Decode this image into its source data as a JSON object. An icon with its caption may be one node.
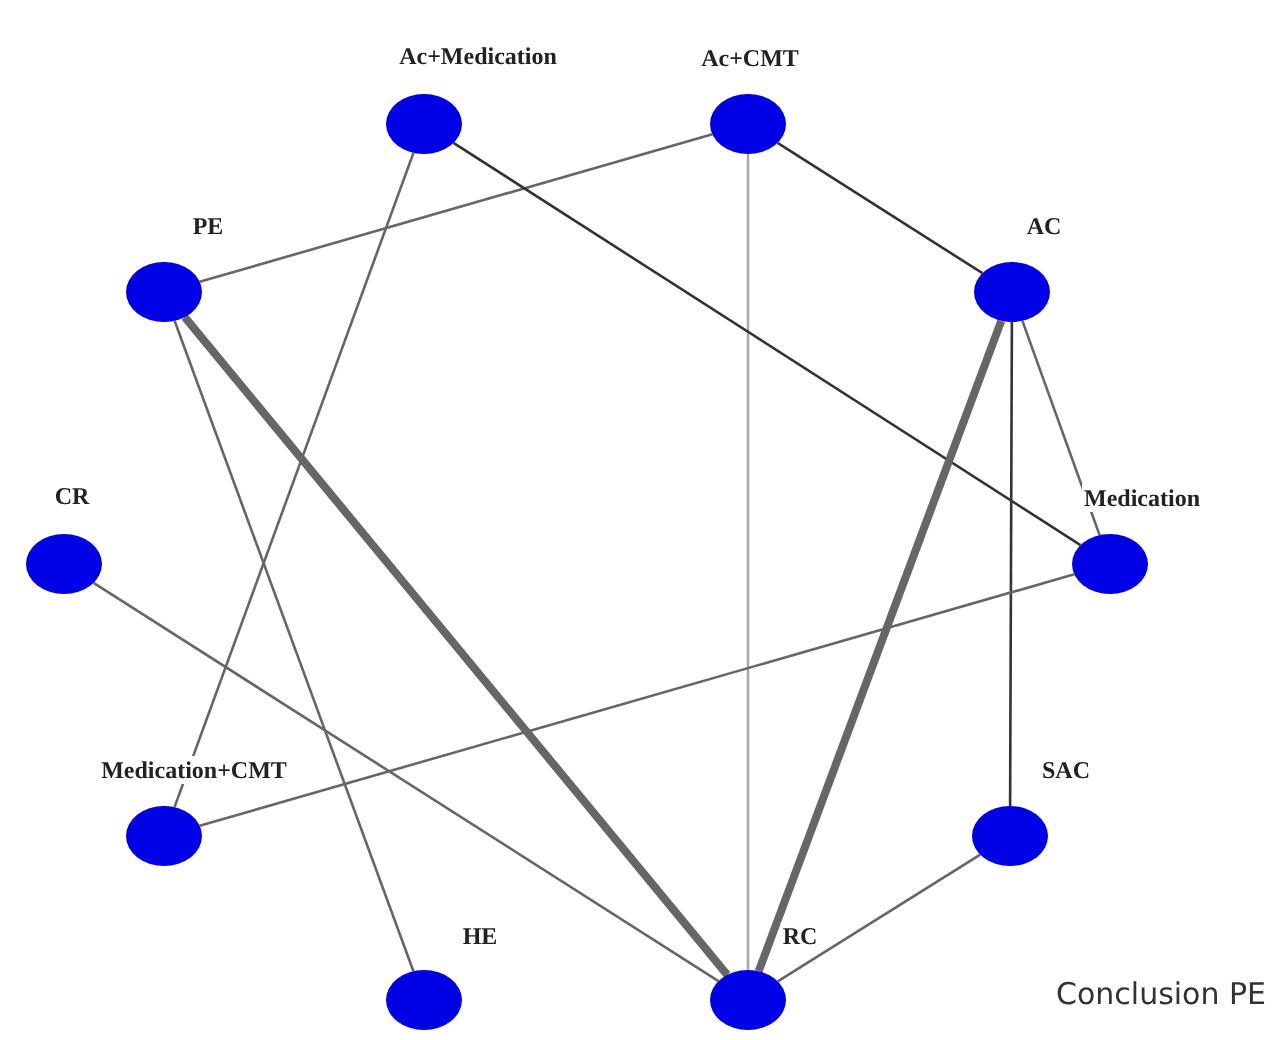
{
  "diagram": {
    "nodes": [
      {
        "text": [
          "Ac+Medication"
        ]
      },
      {
        "text": [
          "Ac+CMT"
        ]
      },
      {
        "text": [
          "PE"
        ]
      },
      {
        "text": [
          "AC"
        ]
      },
      {
        "text": [
          "CR"
        ]
      },
      {
        "text": [
          "Medication"
        ]
      },
      {
        "text": [
          "Medication+CMT"
        ]
      },
      {
        "text": [
          "SAC"
        ]
      },
      {
        "text": [
          "HE"
        ]
      },
      {
        "text": [
          "RC"
        ]
      }
    ],
    "edges": [
      {
        "from": 1,
        "to": 2,
        "arrow": "none"
      },
      {
        "from": 1,
        "to": 3,
        "arrow": "none",
        "color": "#333333"
      },
      {
        "from": 1,
        "to": 9,
        "arrow": "none",
        "color": "#aaaaaa"
      },
      {
        "from": 0,
        "to": 5,
        "arrow": "none",
        "color": "#333333"
      },
      {
        "from": 0,
        "to": 6,
        "arrow": "none"
      },
      {
        "from": 2,
        "to": 9,
        "arrow": "none",
        "style": "thick"
      },
      {
        "from": 2,
        "to": 8,
        "arrow": "none"
      },
      {
        "from": 3,
        "to": 9,
        "arrow": "none",
        "style": "thick"
      },
      {
        "from": 3,
        "to": 7,
        "arrow": "none",
        "color": "#333333"
      },
      {
        "from": 3,
        "to": 5,
        "arrow": "none"
      },
      {
        "from": 4,
        "to": 9,
        "arrow": "none"
      },
      {
        "from": 5,
        "to": 6,
        "arrow": "none"
      },
      {
        "from": 7,
        "to": 9,
        "arrow": "none"
      }
    ],
    "labels": [
      "Conclusion PE"
    ]
  }
}
